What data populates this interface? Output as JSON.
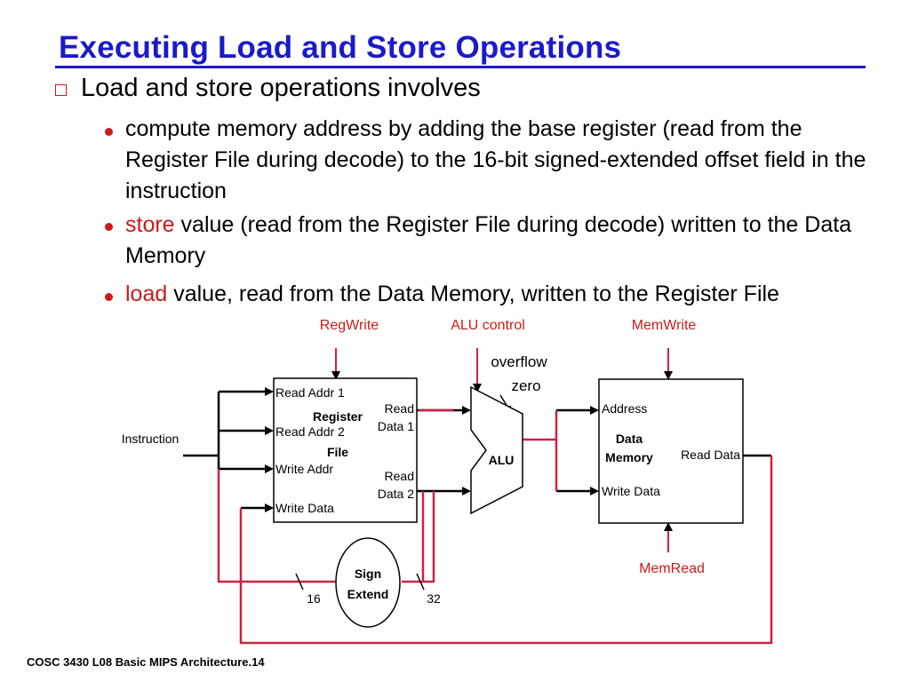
{
  "title": "Executing Load and Store Operations",
  "bullet": "Load and store operations involves",
  "sub_bullets": [
    {
      "text": "compute memory address by adding the base register (read from the Register File during decode) to the 16-bit signed-extended offset field in the instruction"
    },
    {
      "highlight": "store",
      "rest": " value (read from the Register File during decode) written to the Data Memory"
    },
    {
      "highlight": "load",
      "rest": " value, read from the Data Memory, written to the Register File"
    }
  ],
  "diagram": {
    "control": {
      "regwrite": "RegWrite",
      "alu_control": "ALU control",
      "memwrite": "MemWrite",
      "memread": "MemRead"
    },
    "alu_flags": {
      "overflow": "overflow",
      "zero": "zero"
    },
    "instruction": "Instruction",
    "register_file": {
      "read_addr_1": "Read Addr 1",
      "read_addr_2": "Read Addr 2",
      "write_addr": "Write Addr",
      "write_data": "Write Data",
      "name_line1": "Register",
      "name_line2": "File",
      "read_data_1": [
        "Read",
        "Data 1"
      ],
      "read_data_2": [
        "Read",
        "Data 2"
      ]
    },
    "alu": "ALU",
    "data_memory": {
      "address": "Address",
      "name_line1": "Data",
      "name_line2": "Memory",
      "read_data": "Read Data",
      "write_data": "Write Data"
    },
    "sign_extend": {
      "line1": "Sign",
      "line2": "Extend"
    },
    "bus_16": "16",
    "bus_32": "32"
  },
  "footer": "COSC 3430 L08 Basic MIPS Architecture.14",
  "colors": {
    "title": "#1a1acc",
    "accent": "#cc1a1a",
    "wire": "#cc2244"
  }
}
